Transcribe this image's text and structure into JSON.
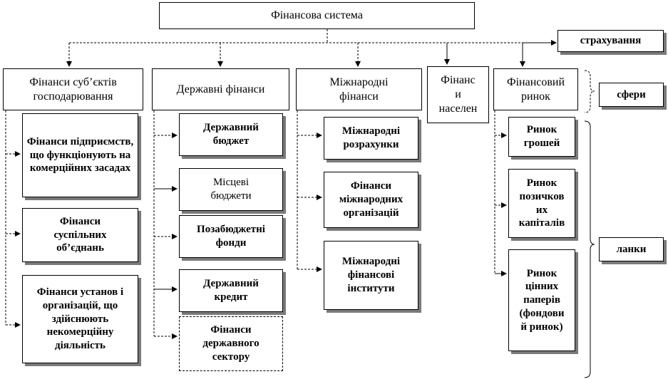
{
  "root": "Фінансова система",
  "insurance": "страхування",
  "spheres": [
    "Фінанси суб’єктів господарювання",
    "Державні фінанси",
    "Міжнародні фінанси",
    "Фінанс и населен",
    "Фінансовий ринок"
  ],
  "links": {
    "business": [
      "Фінанси підприємств, що функціонують на комерційних засадах",
      "Фінанси суспільних об’єднань",
      "Фінанси установ і організацій, що здійснюють некомерційну діяльність"
    ],
    "state": [
      "Державний бюджет",
      "Місцеві бюджети",
      "Позабюджетні фонди",
      "Державний кредит",
      "Фінанси державного сектору"
    ],
    "international": [
      "Міжнародні розрахунки",
      "Фінанси міжнародних організацій",
      "Міжнародні фінансові інститути"
    ],
    "market": [
      "Ринок грошей",
      "Ринок позичков их капіталів",
      "Ринок цінних паперів (фондови й ринок)"
    ]
  },
  "labels": {
    "spheres": "сфери",
    "links": "ланки"
  }
}
